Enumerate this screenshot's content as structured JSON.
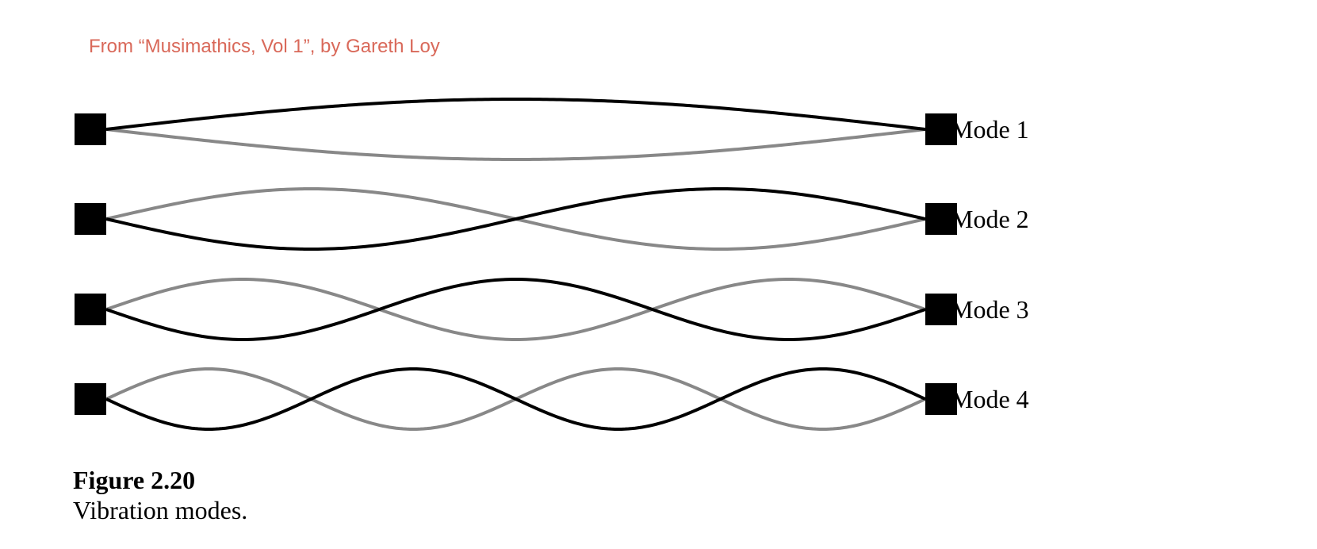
{
  "source_credit": {
    "text": "From “Musimathics, Vol 1”, by Gareth Loy",
    "color": "#d9695a"
  },
  "modes": [
    {
      "number": 1,
      "label": "Mode 1"
    },
    {
      "number": 2,
      "label": "Mode 2"
    },
    {
      "number": 3,
      "label": "Mode 3"
    },
    {
      "number": 4,
      "label": "Mode 4"
    }
  ],
  "colors": {
    "string_positive": "#000000",
    "string_negative": "#888888",
    "anchor": "#000000",
    "label": "#000000"
  },
  "figure": {
    "number": "Figure 2.20",
    "caption": "Vibration modes."
  }
}
